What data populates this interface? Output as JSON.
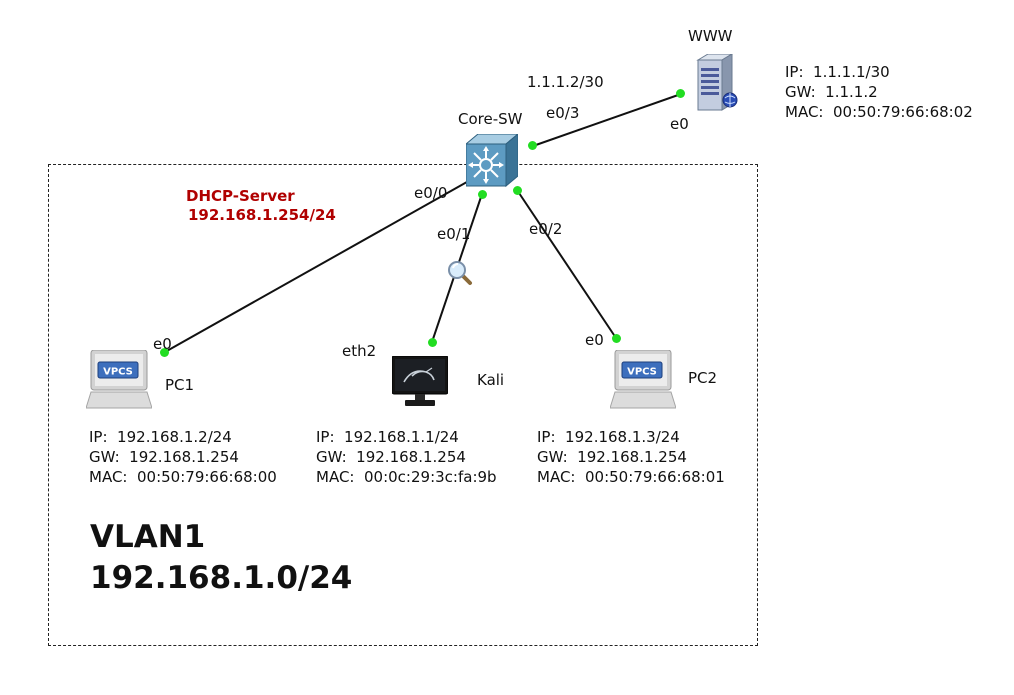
{
  "colors": {
    "link": "#111111",
    "port": "#22dd22",
    "dhcp_label": "#b00000",
    "switch_blue": "#4f8fb3"
  },
  "zone": {
    "title": "VLAN1",
    "subnet": "192.168.1.0/24"
  },
  "dhcp": {
    "title": "DHCP-Server",
    "address": "192.168.1.254/24"
  },
  "nodes": {
    "core_sw": {
      "label": "Core-SW",
      "icon": "multilayer-switch-icon"
    },
    "www": {
      "label": "WWW",
      "icon": "server-icon",
      "ip_line": "IP:  1.1.1.1/30",
      "gw_line": "GW:  1.1.1.2",
      "mac_line": "MAC:  00:50:79:66:68:02"
    },
    "pc1": {
      "label": "PC1",
      "icon": "vpcs-icon",
      "icon_text": "VPCS",
      "ip_line": "IP:  192.168.1.2/24",
      "gw_line": "GW:  192.168.1.254",
      "mac_line": "MAC:  00:50:79:66:68:00"
    },
    "kali": {
      "label": "Kali",
      "icon": "kali-monitor-icon",
      "ip_line": "IP:  192.168.1.1/24",
      "gw_line": "GW:  192.168.1.254",
      "mac_line": "MAC:  00:0c:29:3c:fa:9b"
    },
    "pc2": {
      "label": "PC2",
      "icon": "vpcs-icon",
      "icon_text": "VPCS",
      "ip_line": "IP:  192.168.1.3/24",
      "gw_line": "GW:  192.168.1.254",
      "mac_line": "MAC:  00:50:79:66:68:01"
    }
  },
  "interfaces": {
    "sw_e0_0": "e0/0",
    "sw_e0_1": "e0/1",
    "sw_e0_2": "e0/2",
    "sw_e0_3": "e0/3",
    "sw_uplink_ip": "1.1.1.2/30",
    "www_e0": "e0",
    "pc1_e0": "e0",
    "kali_eth2": "eth2",
    "pc2_e0": "e0"
  },
  "capture_icon": "magnifier-capture-icon"
}
